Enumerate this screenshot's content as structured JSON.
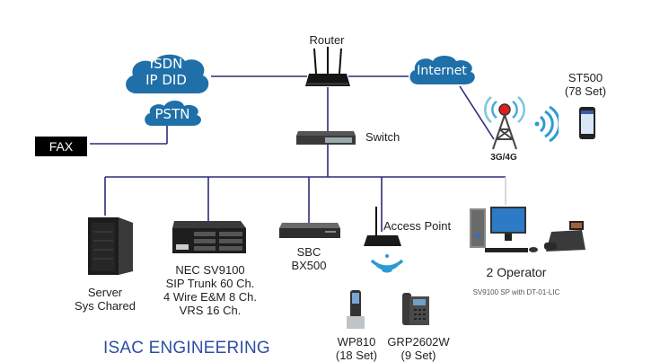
{
  "diagram": {
    "title": "ISAC ENGINEERING",
    "colors": {
      "line": "#2b2d78",
      "cloud": "#1f6fa8",
      "wifi": "#2b9bd3",
      "brand": "#2d4fa0"
    },
    "clouds": [
      {
        "id": "isdn",
        "lines": [
          "ISDN",
          "IP DID"
        ]
      },
      {
        "id": "pstn",
        "lines": [
          "PSTN"
        ]
      },
      {
        "id": "internet",
        "lines": [
          "Internet"
        ]
      }
    ],
    "fax": "FAX",
    "router": "Router",
    "switch": "Switch",
    "tower": "3G/4G",
    "st500": {
      "name": "ST500",
      "count": "(78 Set)"
    },
    "server": {
      "line1": "Server",
      "line2": "Sys Chared"
    },
    "nec": {
      "lines": [
        "NEC SV9100",
        "SIP Trunk 60 Ch.",
        "4 Wire E&M 8 Ch.",
        "VRS 16 Ch."
      ]
    },
    "sbc": {
      "line1": "SBC",
      "line2": "BX500"
    },
    "access_point": "Access Point",
    "wp810": {
      "name": "WP810",
      "count": "(18 Set)"
    },
    "grp": {
      "name": "GRP2602W",
      "count": "(9 Set)"
    },
    "operator": {
      "title": "2 Operator",
      "subtitle": "SV9100 SP with DT-01-LIC"
    }
  }
}
